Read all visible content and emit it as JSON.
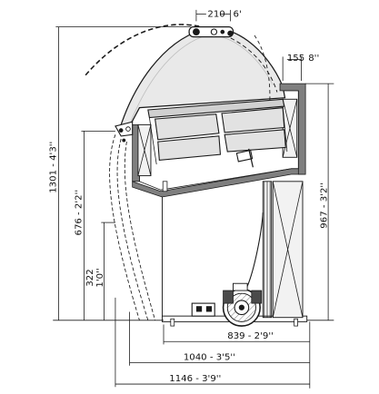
{
  "dimensions": {
    "top_width": "210",
    "top_width_imperial": "6'",
    "top_depth": "155",
    "top_depth_imperial": "8''",
    "overall_height": "1301 - 4'3''",
    "side_height": "967 - 3'2''",
    "front_height": "676 - 2'2''",
    "base_height_metric": "322",
    "base_height_imperial": "1'0''",
    "width_inner": "839 - 2'9''",
    "width_mid": "1040 - 3'5''",
    "width_total": "1146 - 3'9''"
  },
  "colors": {
    "line": "#1a1a1a",
    "frame_fill": "#7f7f7f",
    "canopy_fill": "#e8e8e8",
    "tray_fill": "#dcdcdc",
    "component_fill": "#4a4a4a",
    "insulation_fill": "#f2f2f2"
  }
}
